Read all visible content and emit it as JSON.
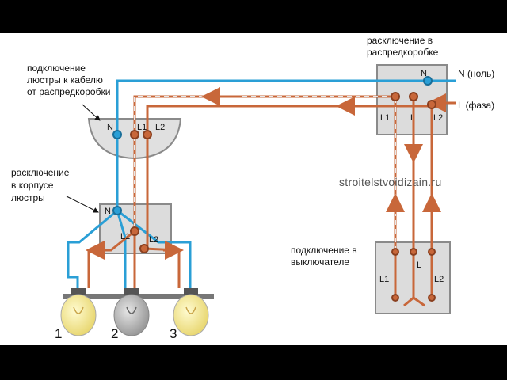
{
  "labels": {
    "box_split_line1": "расключение в",
    "box_split_line2": "распредкоробке",
    "chandelier_conn_line1": "подключение",
    "chandelier_conn_line2": "люстры к кабелю",
    "chandelier_conn_line3": "от распредкоробки",
    "chandelier_split_line1": "расключение",
    "chandelier_split_line2": "в корпусе",
    "chandelier_split_line3": "люстры",
    "switch_conn_line1": "подключение в",
    "switch_conn_line2": "выключателе",
    "neutral_label": "N (ноль)",
    "phase_label": "L (фаза)",
    "watermark": "stroitelstvoidizain.ru"
  },
  "terminals": {
    "canopy_n": "N",
    "canopy_l1": "L1",
    "canopy_l2": "L2",
    "housing_n": "N",
    "housing_l1": "L1",
    "housing_l2": "L2",
    "jbox_n": "N",
    "jbox_l1": "L1",
    "jbox_l": "L",
    "jbox_l2": "L2",
    "switch_l1": "L1",
    "switch_l": "L",
    "switch_l2": "L2"
  },
  "lamps": [
    "1",
    "2",
    "3"
  ],
  "colors": {
    "neutral": "#2a9fd6",
    "phase": "#c8673a",
    "box": "#dcdcdc",
    "box_border": "#8a8a8a",
    "lit_bulb": "#f4ea9a",
    "unlit_bulb": "#b9b9b9"
  }
}
